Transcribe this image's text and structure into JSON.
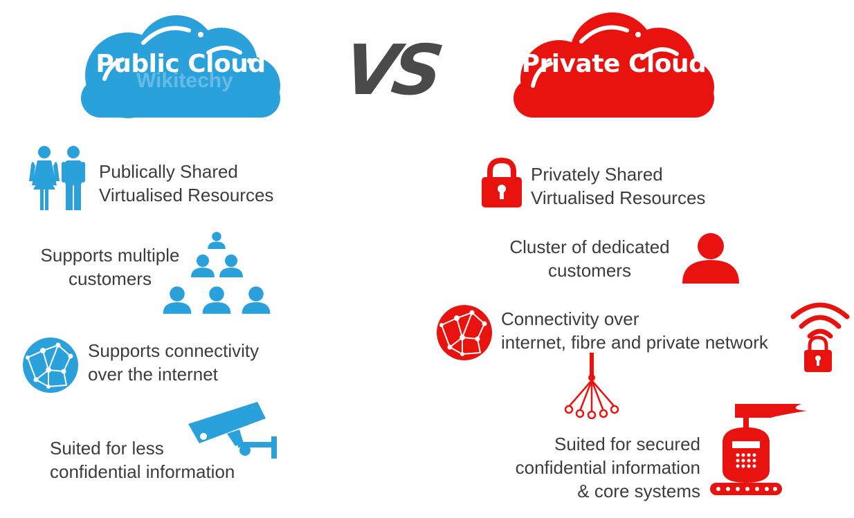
{
  "title": {
    "public_cloud": "Public Cloud",
    "vs": "VS",
    "private_cloud": "Private Cloud"
  },
  "public": {
    "items": [
      {
        "lines": [
          "Publically Shared",
          "Virtualised Resources"
        ],
        "icon": "people-icon"
      },
      {
        "lines": [
          "Supports multiple",
          "customers"
        ],
        "icon": "group-pyramid-icon"
      },
      {
        "lines": [
          "Supports connectivity",
          "over the internet"
        ],
        "icon": "globe-network-icon"
      },
      {
        "lines": [
          "Suited for less",
          "confidential information"
        ],
        "icon": "security-camera-icon"
      }
    ]
  },
  "private": {
    "items": [
      {
        "lines": [
          "Privately Shared",
          "Virtualised Resources"
        ],
        "icon": "padlock-icon"
      },
      {
        "lines": [
          "Cluster of dedicated",
          "customers"
        ],
        "icon": "user-icon"
      },
      {
        "lines": [
          "Connectivity over",
          "internet, fibre and private network"
        ],
        "icon": "globe-network-icon"
      },
      {
        "lines": [
          "Suited for secured",
          "confidential information",
          "& core systems"
        ],
        "icon": "knight-helmet-icon"
      }
    ]
  },
  "watermark": "Wikitechy",
  "colors": {
    "public": "#2aa1db",
    "private": "#e8120f",
    "vs": "#4a4a4a",
    "text": "#3c3c3c"
  }
}
